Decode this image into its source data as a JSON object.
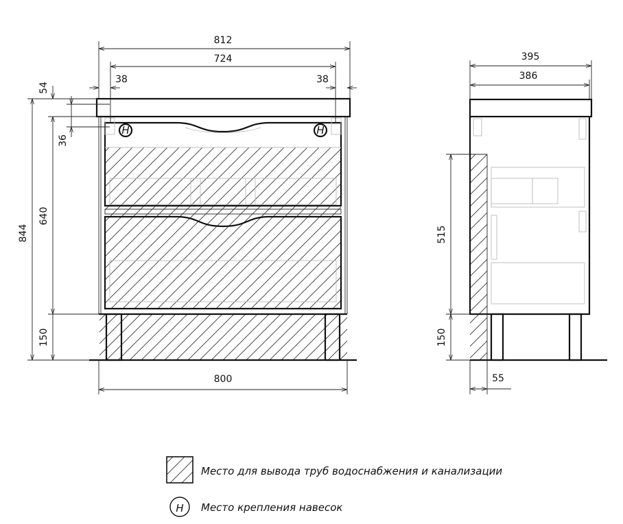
{
  "drawing": {
    "front_view": {
      "dimensions": {
        "overall_width": "812",
        "inner_width": "724",
        "left_offset": "38",
        "right_offset": "38",
        "top_thickness": "54",
        "hanger_offset": "36",
        "overall_height": "844",
        "body_height": "640",
        "leg_height": "150",
        "base_width": "800"
      },
      "hanger_symbol": "H"
    },
    "side_view": {
      "dimensions": {
        "top_depth": "395",
        "body_depth": "386",
        "pipe_zone_height": "515",
        "leg_height": "150",
        "pipe_zone_depth": "55"
      }
    }
  },
  "legend": {
    "items": [
      {
        "symbol": "hatch-swatch",
        "label": "Место для вывода труб водоснабжения и канализации"
      },
      {
        "symbol": "H",
        "label": "Место крепления навесок"
      }
    ]
  },
  "colors": {
    "line": "#111111",
    "faint": "#bbbbbb",
    "background": "#ffffff"
  }
}
